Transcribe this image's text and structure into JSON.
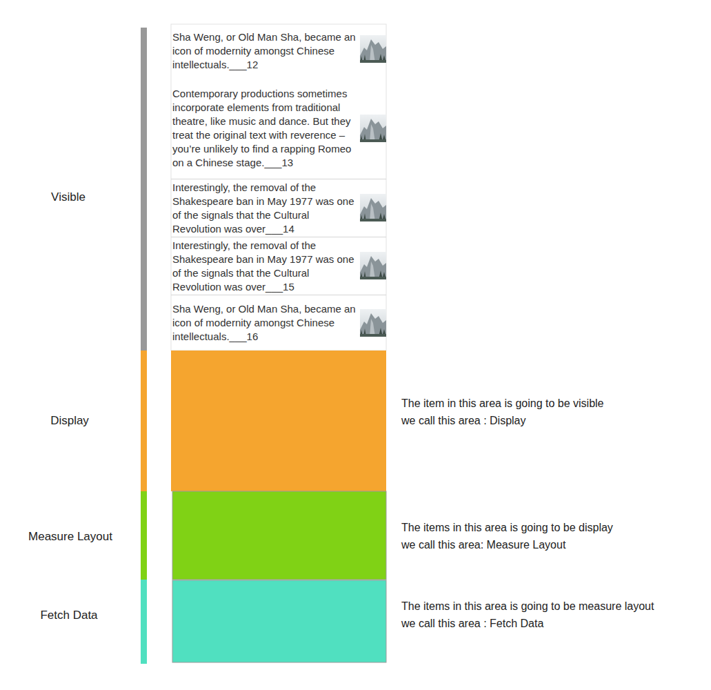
{
  "diagram": {
    "nodes": [
      {
        "text": [
          "Sha Weng, or Old Man Sha, became an icon of modernity amongst Chinese intellectuals.___12"
        ]
      },
      {
        "text": [
          "Contemporary productions sometimes incorporate elements from traditional theatre, like music and dance. But they treat the original text with reverence – you’re unlikely to find a rapping Romeo on a Chinese stage.___13"
        ]
      },
      {
        "text": [
          "Interestingly, the removal of the Shakespeare ban in May 1977 was one of the signals that the Cultural Revolution was over___14"
        ]
      },
      {
        "text": [
          "Interestingly, the removal of the Shakespeare ban in May 1977 was one of the signals that the Cultural Revolution was over___15"
        ]
      },
      {
        "text": [
          "Sha Weng, or Old Man Sha, became an icon of modernity amongst Chinese intellectuals.___16"
        ]
      }
    ],
    "labels": [
      "Visible",
      "Display",
      "Measure Layout",
      "Fetch Data",
      "The item in this area is going to be visible",
      "we call this area : Display",
      "The items in this area is going to be display",
      "we call this area: Measure Layout",
      "The items in this area is going to be measure layout",
      "we call this area : Fetch Data"
    ]
  }
}
